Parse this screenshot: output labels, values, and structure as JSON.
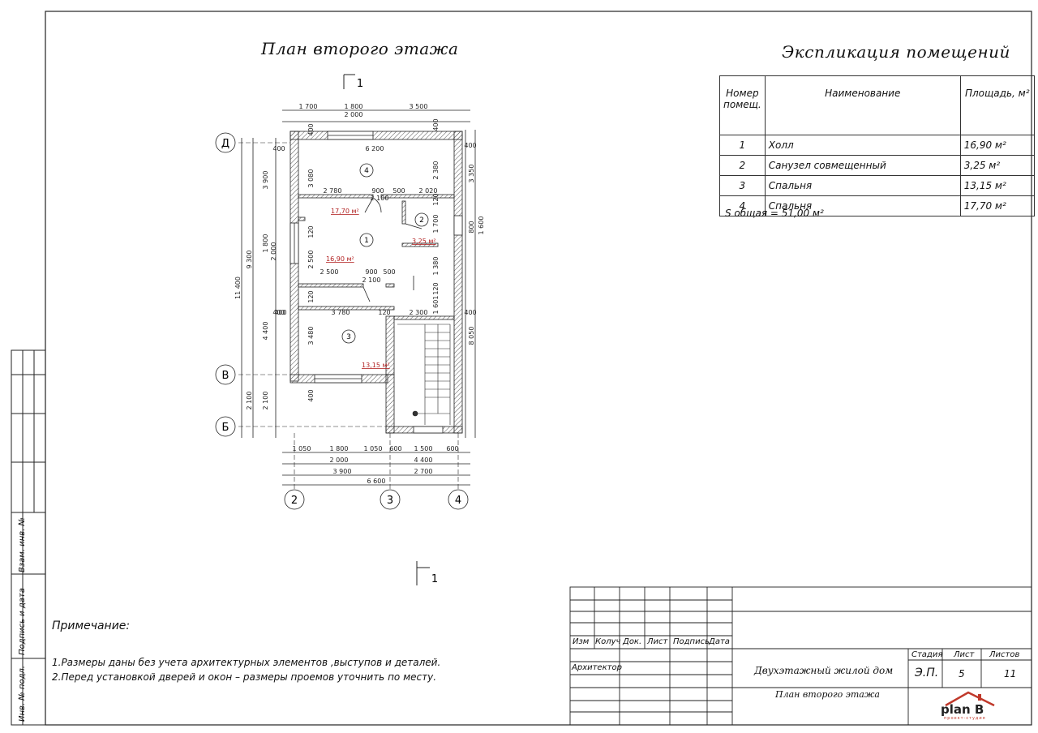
{
  "titles": {
    "plan": "План второго этажа",
    "explication": "Экспликация помещений"
  },
  "explication": {
    "headers": [
      "Номер помещ.",
      "Наименование",
      "Площадь, м²"
    ],
    "rows": [
      {
        "num": "1",
        "name": "Холл",
        "area": "16,90 м²"
      },
      {
        "num": "2",
        "name": "Санузел совмещенный",
        "area": "3,25 м²"
      },
      {
        "num": "3",
        "name": "Спальня",
        "area": "13,15 м²"
      },
      {
        "num": "4",
        "name": "Спальня",
        "area": "17,70 м²"
      }
    ],
    "total": "S общая = 51,00 м²"
  },
  "plan": {
    "section_mark": "1",
    "axes": {
      "rows": [
        "Д",
        "В",
        "Б"
      ],
      "cols": [
        "2",
        "3",
        "4"
      ]
    },
    "rooms": [
      {
        "num": "4",
        "area": "17,70 м²"
      },
      {
        "num": "2",
        "area": "3,25 м²"
      },
      {
        "num": "1",
        "area": "16,90 м²"
      },
      {
        "num": "3",
        "area": "13,15 м²"
      }
    ],
    "dims": {
      "top1": [
        "1 700",
        "1 800",
        "3 500"
      ],
      "top2": "2 000",
      "inner_top": "6 200",
      "r4": [
        "2 780",
        "900",
        "2 100",
        "500",
        "2 020"
      ],
      "r1": [
        "2 500",
        "900",
        "500",
        "2 100"
      ],
      "r3": [
        "400",
        "3 780",
        "120",
        "2 300",
        "400"
      ],
      "bottom1": [
        "1 050",
        "1 800",
        "1 050",
        "600",
        "1 500",
        "600"
      ],
      "bottom2": [
        "2 000",
        "4 400"
      ],
      "bottom3": [
        "3 900",
        "2 700"
      ],
      "bottom4": "6 600",
      "left_outer": [
        "9 300",
        "11 400",
        "2 100"
      ],
      "left_mid": [
        "3 900",
        "1 800",
        "2 000",
        "4 400"
      ],
      "left_inner": [
        "3 080",
        "120",
        "2 500",
        "120",
        "3 480",
        "400",
        "400"
      ],
      "right_inner": [
        "400",
        "2 380",
        "120",
        "1 700",
        "1 380",
        "120",
        "1 601"
      ],
      "right_outer": [
        "3 350",
        "800",
        "1 600",
        "8 050"
      ],
      "small": [
        "400",
        "400",
        "400"
      ]
    }
  },
  "notes": {
    "title": "Примечание:",
    "items": [
      "1.Размеры даны без учета архитектурных элементов ,выступов и деталей.",
      "2.Перед установкой дверей и окон – размеры проемов уточнить по месту."
    ]
  },
  "stamp": {
    "cols": [
      "Изм",
      "Колуч",
      "Лист",
      "Док.",
      "Подпись",
      "Дата"
    ],
    "role": "Архитектор",
    "project": "Двухэтажный жилой дом",
    "sheet_title": "План второго этажа",
    "stage_h": "Стадия",
    "sheet_h": "Лист",
    "sheets_h": "Листов",
    "stage": "Э.П.",
    "sheet": "5",
    "sheets": "11",
    "logo": "plan B",
    "logo_sub": "проект-студия"
  },
  "side": {
    "labels": [
      "Взам. инв. №",
      "Подпись и дата",
      "Инв. № подл."
    ]
  },
  "colors": {
    "line": "#222222",
    "wall_hatch": "#555555",
    "area_red": "#b22222",
    "logo_red": "#c0392b"
  }
}
